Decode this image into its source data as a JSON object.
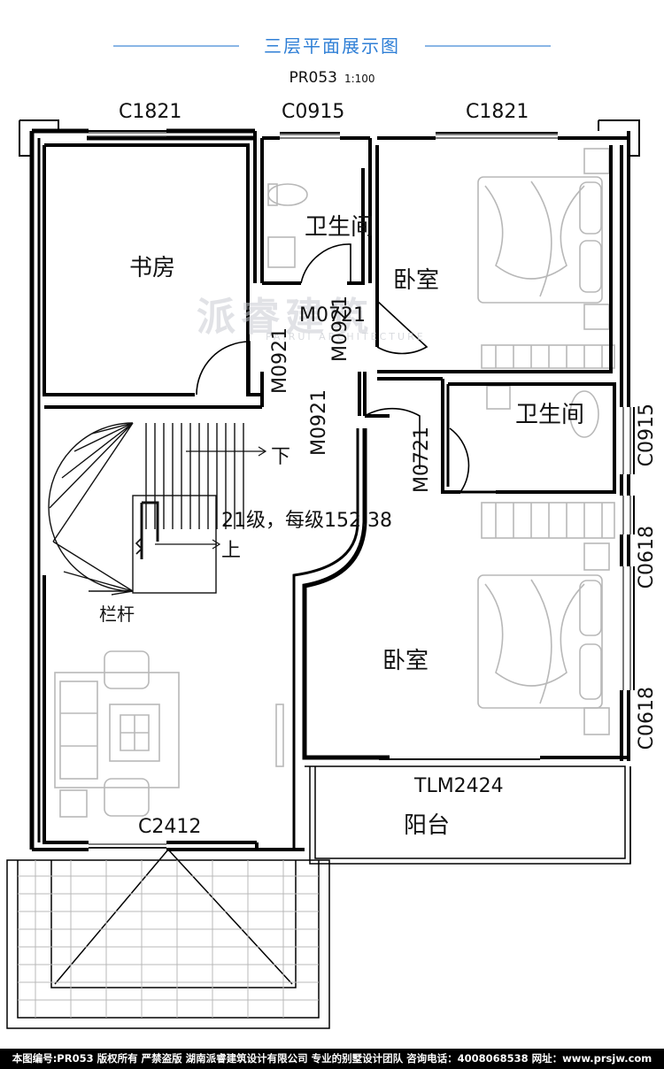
{
  "header": {
    "title": "三层平面展示图",
    "code": "PR053",
    "scale": "1:100"
  },
  "rooms": {
    "study": "书房",
    "bathroom_top": "卫生间",
    "bedroom_top": "卧室",
    "bathroom_right": "卫生间",
    "bedroom_bottom": "卧室",
    "balcony": "阳台",
    "railing": "栏杆"
  },
  "windows": {
    "top_left": "C1821",
    "top_mid": "C0915",
    "top_right": "C1821",
    "right_1": "C0915",
    "right_2": "C0618",
    "right_3": "C0618",
    "bottom_left": "C2412",
    "balcony_door": "TLM2424"
  },
  "doors": {
    "study_door": "M0921",
    "bath_door_top": "M0721",
    "bed_door_top": "M0921",
    "bed_door_bottom": "M0921",
    "bath_door_right": "M0721"
  },
  "stairs": {
    "down": "下",
    "up": "上",
    "note": "21级，每级152.38"
  },
  "watermark": {
    "main": "派睿建筑",
    "sub": "PAIRUI ARCHITECTURE"
  },
  "footer": {
    "text": "本图编号:PR053 版权所有 严禁盗版 湖南派睿建筑设计有限公司 专业的别墅设计团队 咨询电话：4008068538 网址：www.prsjw.com"
  },
  "colors": {
    "title": "#2f7fd6",
    "rule": "#8ab6e6",
    "wall": "#000000",
    "furniture": "#b8b8b8",
    "footer_bg": "#000000"
  }
}
